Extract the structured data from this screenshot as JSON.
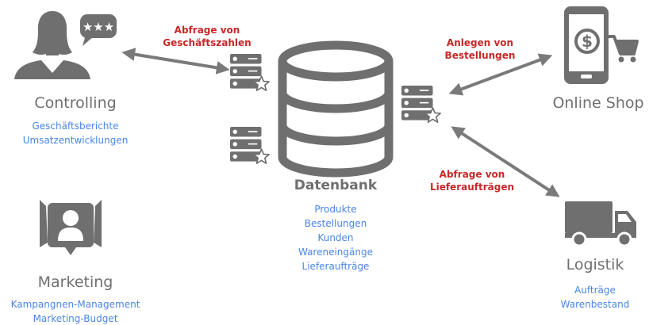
{
  "colors": {
    "icon_gray": "#6f6f6f",
    "arrow_gray": "#7a7a7a",
    "edge_label_red": "#c62828",
    "detail_blue": "#4a86e8"
  },
  "nodes": {
    "controlling": {
      "icon": "person-with-chat-bubble-icon",
      "title": "Controlling",
      "details": [
        "Geschäftsberichte",
        "Umsatzentwicklungen"
      ]
    },
    "marketing": {
      "icon": "profile-megaphone-icon",
      "title": "Marketing",
      "details": [
        "Kampangnen-Management",
        "Marketing-Budget"
      ]
    },
    "database": {
      "icon": "database-cylinder-icon",
      "title": "Datenbank",
      "details": [
        "Produkte",
        "Bestellungen",
        "Kunden",
        "Wareneingänge",
        "Lieferaufträge"
      ]
    },
    "online_shop": {
      "icon": "smartphone-shop-icon",
      "title": "Online Shop"
    },
    "logistik": {
      "icon": "truck-icon",
      "title": "Logistik",
      "details": [
        "Aufträge",
        "Warenbestand"
      ]
    }
  },
  "servers": [
    "server-star-icon",
    "server-star-icon",
    "server-star-icon"
  ],
  "edges": [
    {
      "from": "controlling",
      "to": "database",
      "label_lines": [
        "Abfrage von",
        "Geschäftszahlen"
      ]
    },
    {
      "from": "database",
      "to": "online_shop",
      "label_lines": [
        "Anlegen von",
        "Bestellungen"
      ]
    },
    {
      "from": "database",
      "to": "logistik",
      "label_lines": [
        "Abfrage von",
        "Lieferaufträgen"
      ]
    }
  ]
}
